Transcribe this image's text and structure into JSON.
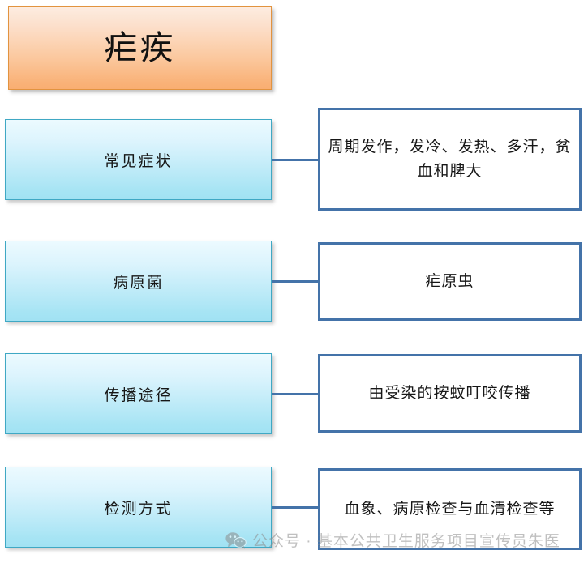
{
  "title": {
    "text": "疟疾"
  },
  "rows": [
    {
      "label": "常见症状",
      "value": "周期发作，发冷、发热、多汗，贫血和脾大"
    },
    {
      "label": "病原菌",
      "value": "疟原虫"
    },
    {
      "label": "传播途径",
      "value": "由受染的按蚊叮咬传播"
    },
    {
      "label": "检测方式",
      "value": "血象、病原检查与血清检查等"
    }
  ],
  "watermark": {
    "icon": "wechat-icon",
    "text": "公众号 · 基本公共卫生服务项目宣传员朱医"
  },
  "colors": {
    "title_border": "#e2933f",
    "title_fill_top": "#fdece0",
    "title_fill_bottom": "#f9ae72",
    "label_border": "#3fa8c4",
    "label_fill_top": "#ecfaff",
    "label_fill_bottom": "#a1e2f3",
    "value_border": "#4473a9",
    "value_fill": "#ffffff",
    "connector": "#4473a9",
    "watermark_text": "#8d8d8d",
    "background": "#ffffff"
  }
}
